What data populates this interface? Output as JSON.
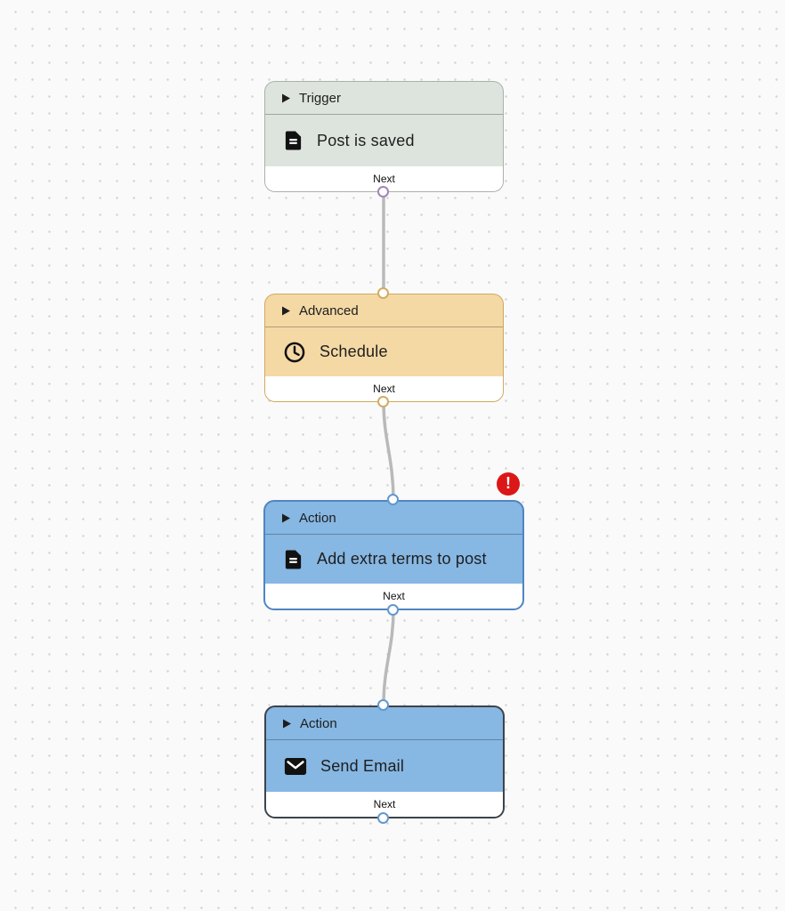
{
  "canvas": {
    "background_color": "#fafafa",
    "dot_color": "#d2d2d2",
    "connector_color": "#b9b9b9"
  },
  "nodes": [
    {
      "category_label": "Trigger",
      "title": "Post is saved",
      "icon": "document-icon",
      "footer_label": "Next",
      "theme": {
        "fill": "#dde4dd",
        "border": "#a8b2a8",
        "port": "#a584b5"
      },
      "has_error": false,
      "selected": false
    },
    {
      "category_label": "Advanced",
      "title": "Schedule",
      "icon": "clock-icon",
      "footer_label": "Next",
      "theme": {
        "fill": "#f4d9a5",
        "border": "#d0a95e",
        "port": "#d3ac63"
      },
      "has_error": false,
      "selected": false
    },
    {
      "category_label": "Action",
      "title": "Add extra terms to post",
      "icon": "document-icon",
      "footer_label": "Next",
      "theme": {
        "fill": "#87b7e3",
        "border": "#4f86c0",
        "port": "#6298d0"
      },
      "has_error": true,
      "selected": false
    },
    {
      "category_label": "Action",
      "title": "Send Email",
      "icon": "envelope-icon",
      "footer_label": "Next",
      "theme": {
        "fill": "#87b7e3",
        "border": "#3c434b",
        "port": "#6298d0"
      },
      "has_error": false,
      "selected": true
    }
  ],
  "connections": [
    {
      "from": "Post is saved",
      "to": "Schedule"
    },
    {
      "from": "Schedule",
      "to": "Add extra terms to post"
    },
    {
      "from": "Add extra terms to post",
      "to": "Send Email"
    }
  ],
  "error_badge": {
    "symbol": "!",
    "color": "#dc1717"
  }
}
